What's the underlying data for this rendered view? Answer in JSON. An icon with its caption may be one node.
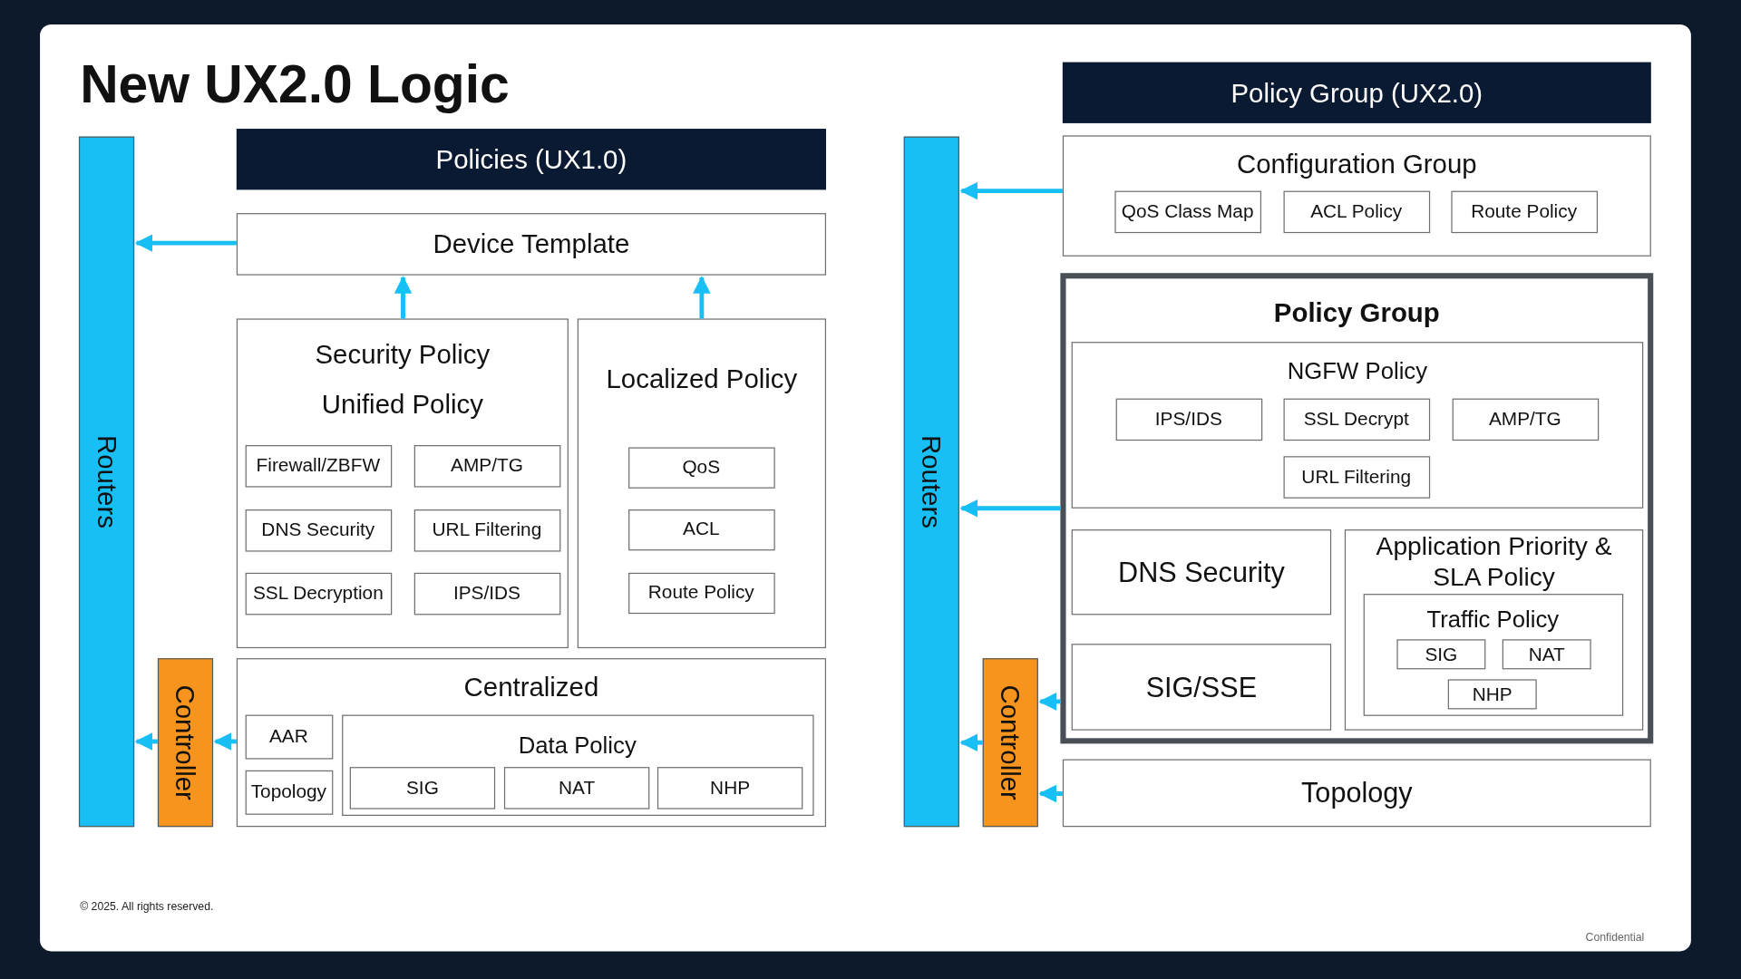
{
  "diagram": {
    "title": "New UX2.0 Logic",
    "nodes": [
      {
        "text": [
          "Routers"
        ]
      },
      {
        "text": [
          "Policies (UX1.0)"
        ]
      },
      {
        "text": [
          "Device Template"
        ]
      },
      {
        "text": [
          "Security Policy",
          "Unified Policy"
        ]
      },
      {
        "text": [
          "Firewall/ZBFW"
        ],
        "in": 3
      },
      {
        "text": [
          "AMP/TG"
        ],
        "in": 3
      },
      {
        "text": [
          "DNS Security"
        ],
        "in": 3
      },
      {
        "text": [
          "URL Filtering"
        ],
        "in": 3
      },
      {
        "text": [
          "SSL Decryption"
        ],
        "in": 3
      },
      {
        "text": [
          "IPS/IDS"
        ],
        "in": 3
      },
      {
        "text": [
          "Localized Policy"
        ]
      },
      {
        "text": [
          "QoS"
        ],
        "in": 10
      },
      {
        "text": [
          "ACL"
        ],
        "in": 10
      },
      {
        "text": [
          "Route Policy"
        ],
        "in": 10
      },
      {
        "text": [
          "Controller"
        ]
      },
      {
        "text": [
          "Centralized"
        ]
      },
      {
        "text": [
          "AAR"
        ],
        "in": 15
      },
      {
        "text": [
          "Topology"
        ],
        "in": 15
      },
      {
        "text": [
          "Data Policy"
        ],
        "in": 15
      },
      {
        "text": [
          "SIG"
        ],
        "in": 18
      },
      {
        "text": [
          "NAT"
        ],
        "in": 18
      },
      {
        "text": [
          "NHP"
        ],
        "in": 18
      },
      {
        "text": [
          "Routers"
        ]
      },
      {
        "text": [
          "Controller"
        ]
      },
      {
        "text": [
          "Policy Group (UX2.0)"
        ]
      },
      {
        "text": [
          "Configuration Group"
        ]
      },
      {
        "text": [
          "QoS Class Map"
        ],
        "in": 25
      },
      {
        "text": [
          "ACL Policy"
        ],
        "in": 25
      },
      {
        "text": [
          "Route Policy"
        ],
        "in": 25
      },
      {
        "text": [
          "Policy Group"
        ]
      },
      {
        "text": [
          "NGFW Policy"
        ],
        "in": 29
      },
      {
        "text": [
          "IPS/IDS"
        ],
        "in": 30
      },
      {
        "text": [
          "SSL Decrypt"
        ],
        "in": 30
      },
      {
        "text": [
          "AMP/TG"
        ],
        "in": 30
      },
      {
        "text": [
          "URL Filtering"
        ],
        "in": 30
      },
      {
        "text": [
          "DNS Security"
        ],
        "in": 29
      },
      {
        "text": [
          "Application Priority & SLA Policy"
        ],
        "in": 29
      },
      {
        "text": [
          "Traffic Policy"
        ],
        "in": 36
      },
      {
        "text": [
          "SIG"
        ],
        "in": 37
      },
      {
        "text": [
          "NAT"
        ],
        "in": 37
      },
      {
        "text": [
          "NHP"
        ],
        "in": 37
      },
      {
        "text": [
          "SIG/SSE"
        ],
        "in": 29
      },
      {
        "text": [
          "Topology"
        ]
      }
    ],
    "edges": [
      {
        "from": 2,
        "to": 0,
        "arrow": "to"
      },
      {
        "from": 3,
        "to": 2,
        "arrow": "to"
      },
      {
        "from": 10,
        "to": 2,
        "arrow": "to"
      },
      {
        "from": 15,
        "to": 14,
        "arrow": "to"
      },
      {
        "from": 14,
        "to": 0,
        "arrow": "to"
      },
      {
        "from": 25,
        "to": 22,
        "arrow": "to"
      },
      {
        "from": 29,
        "to": 22,
        "arrow": "to"
      },
      {
        "from": 29,
        "to": 23,
        "arrow": "to"
      },
      {
        "from": 23,
        "to": 22,
        "arrow": "to"
      },
      {
        "from": 42,
        "to": 23,
        "arrow": "to"
      }
    ],
    "labels": [
      "© 2025. All rights reserved.",
      "Confidential"
    ]
  }
}
